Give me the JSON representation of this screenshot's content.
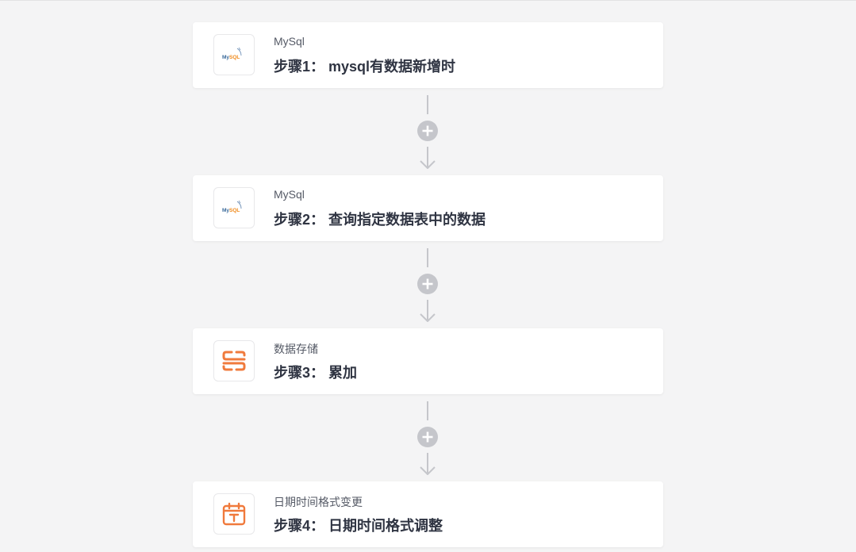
{
  "workflow": {
    "steps": [
      {
        "app": "MySql",
        "title": "步骤1： mysql有数据新增时",
        "icon": "mysql-icon"
      },
      {
        "app": "MySql",
        "title": "步骤2： 查询指定数据表中的数据",
        "icon": "mysql-icon"
      },
      {
        "app": "数据存储",
        "title": "步骤3： 累加",
        "icon": "data-storage-icon"
      },
      {
        "app": "日期时间格式变更",
        "title": "步骤4： 日期时间格式调整",
        "icon": "calendar-icon"
      }
    ],
    "mysql_logo_text": "MySQL"
  },
  "colors": {
    "accent": "#f07a3c",
    "connector": "#c5c6cb",
    "card": "#ffffff",
    "background": "#f4f4f5"
  }
}
